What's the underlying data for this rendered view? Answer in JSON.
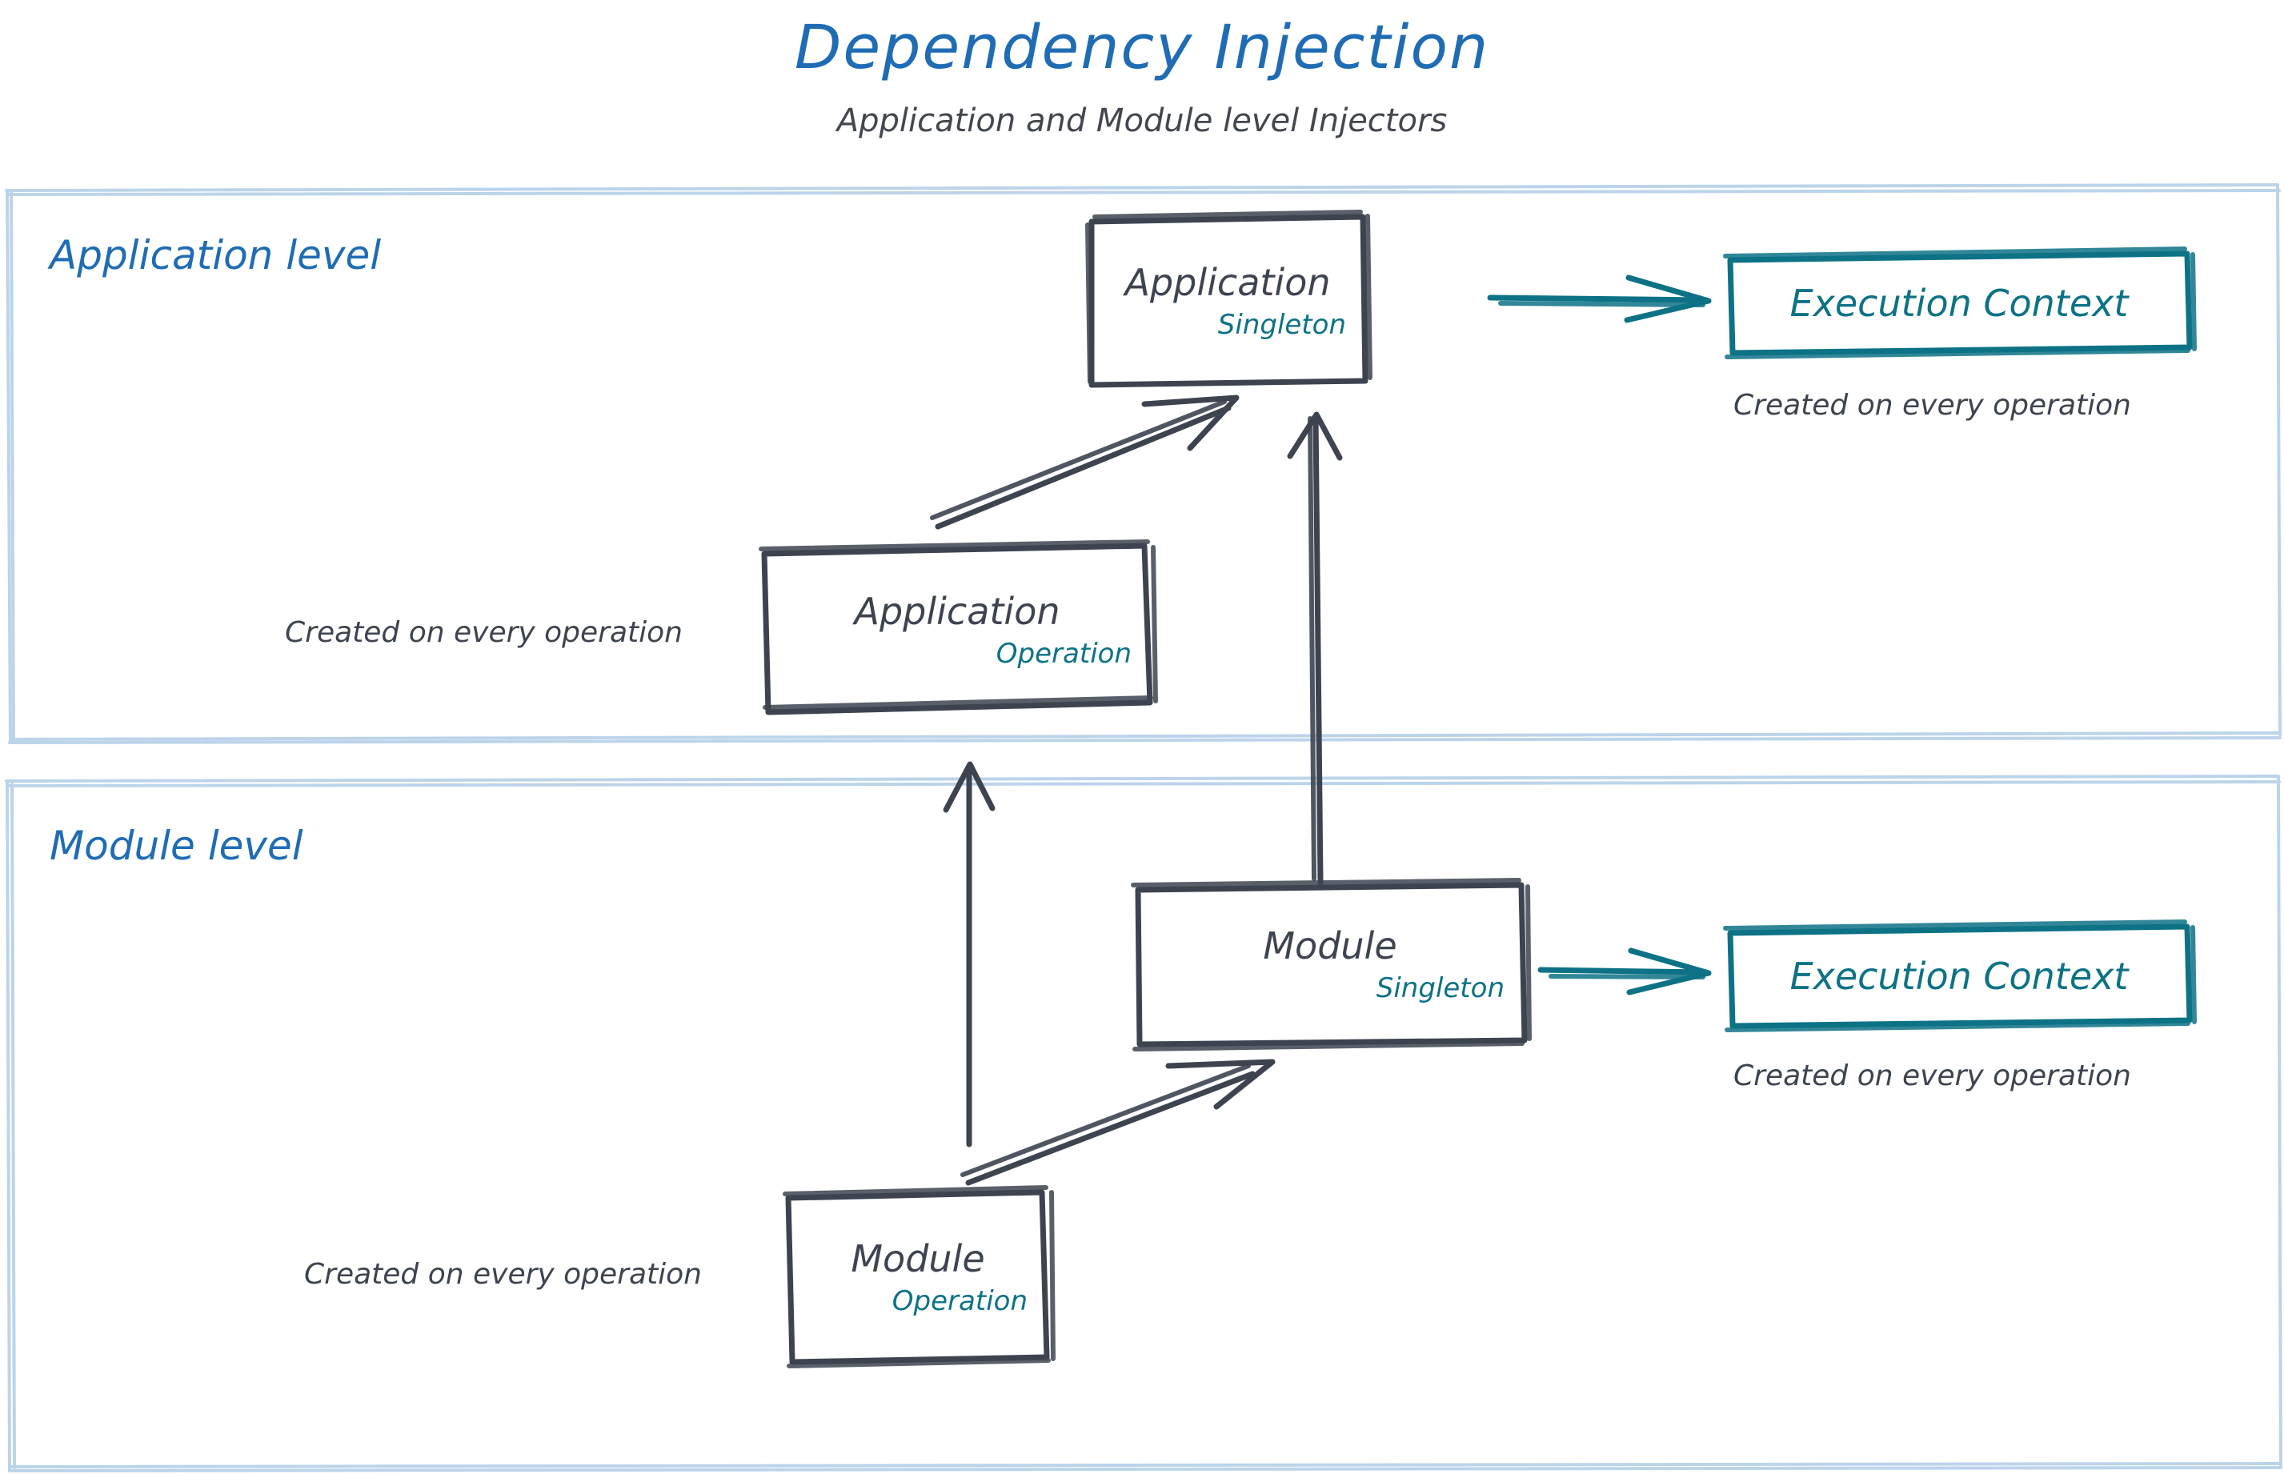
{
  "header": {
    "title": "Dependency Injection",
    "subtitle": "Application and Module level Injectors"
  },
  "colors": {
    "title_blue": "#1f6cb4",
    "level_label_blue": "#1f6cb4",
    "container_border": "#bcd4ea",
    "node_stroke": "#3d4450",
    "node_text": "#3d4450",
    "scope_teal": "#0d7285",
    "context_teal": "#0d7285",
    "note_text": "#3d4450",
    "background": "#ffffff"
  },
  "sections": [
    {
      "id": "application-level",
      "label": "Application level",
      "nodes": [
        {
          "id": "application-singleton",
          "title": "Application",
          "scope": "Singleton"
        },
        {
          "id": "application-operation",
          "title": "Application",
          "scope": "Operation"
        },
        {
          "id": "application-execution-context",
          "title": "Execution Context",
          "scope": ""
        }
      ],
      "notes": [
        {
          "id": "note-app-context",
          "text": "Created on every operation"
        },
        {
          "id": "note-app-operation",
          "text": "Created on every operation"
        }
      ]
    },
    {
      "id": "module-level",
      "label": "Module level",
      "nodes": [
        {
          "id": "module-singleton",
          "title": "Module",
          "scope": "Singleton"
        },
        {
          "id": "module-operation",
          "title": "Module",
          "scope": "Operation"
        },
        {
          "id": "module-execution-context",
          "title": "Execution Context",
          "scope": ""
        }
      ],
      "notes": [
        {
          "id": "note-module-context",
          "text": "Created on every operation"
        },
        {
          "id": "note-module-operation",
          "text": "Created on every operation"
        }
      ]
    }
  ],
  "edges": [
    {
      "id": "edge-app-singleton-to-context",
      "from": "application-singleton",
      "to": "application-execution-context",
      "style": "teal-arrow"
    },
    {
      "id": "edge-app-operation-to-app-singleton",
      "from": "application-operation",
      "to": "application-singleton",
      "style": "dark-diagonal-arrow"
    },
    {
      "id": "edge-module-singleton-to-app-singleton",
      "from": "module-singleton",
      "to": "application-singleton",
      "style": "dark-vertical-arrow"
    },
    {
      "id": "edge-module-singleton-to-context",
      "from": "module-singleton",
      "to": "module-execution-context",
      "style": "teal-arrow"
    },
    {
      "id": "edge-module-operation-to-module-singleton",
      "from": "module-operation",
      "to": "module-singleton",
      "style": "dark-diagonal-arrow"
    },
    {
      "id": "edge-module-operation-to-app-operation",
      "from": "module-operation",
      "to": "application-operation",
      "style": "dark-vertical-arrow"
    }
  ]
}
